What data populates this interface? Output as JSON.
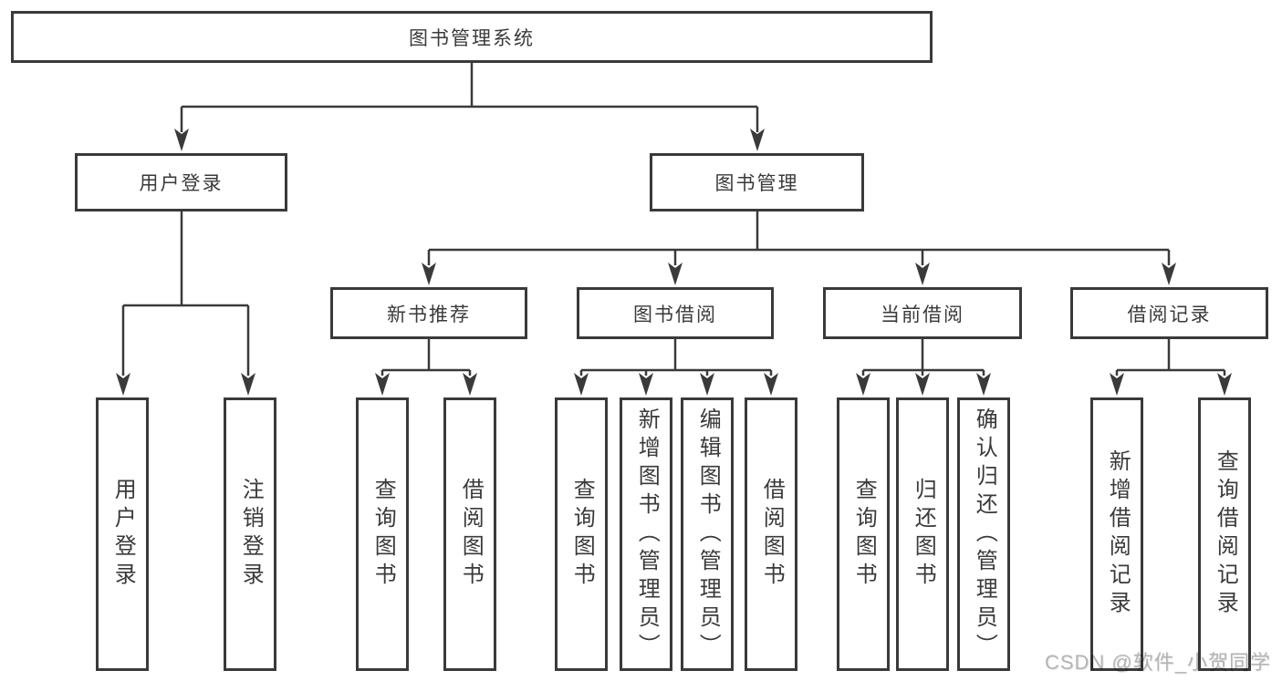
{
  "diagram": {
    "root": {
      "label": "图书管理系统"
    },
    "level2": [
      {
        "label": "用户登录"
      },
      {
        "label": "图书管理"
      }
    ],
    "level3": [
      {
        "label": "新书推荐"
      },
      {
        "label": "图书借阅"
      },
      {
        "label": "当前借阅"
      },
      {
        "label": "借阅记录"
      }
    ],
    "leaves": [
      {
        "label": "用户登录"
      },
      {
        "label": "注销登录"
      },
      {
        "label": "查询图书"
      },
      {
        "label": "借阅图书"
      },
      {
        "label": "查询图书"
      },
      {
        "label": "新增图书（管理员）"
      },
      {
        "label": "编辑图书（管理员）"
      },
      {
        "label": "借阅图书"
      },
      {
        "label": "查询图书"
      },
      {
        "label": "归还图书"
      },
      {
        "label": "确认归还（管理员）"
      },
      {
        "label": "新增借阅记录"
      },
      {
        "label": "查询借阅记录"
      }
    ],
    "colors": {
      "line": "#3a3a3a",
      "text": "#3a3a3a",
      "background": "#ffffff",
      "watermark": "#b4b4b4"
    }
  },
  "watermark": {
    "text": "CSDN @软件_小贺同学"
  }
}
